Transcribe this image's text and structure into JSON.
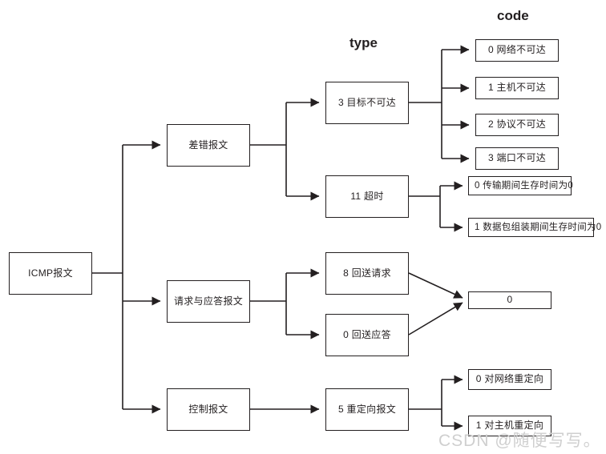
{
  "diagram": {
    "title_root": "ICMP报文",
    "headers": [
      {
        "id": "type",
        "label": "type"
      },
      {
        "id": "code",
        "label": "code"
      }
    ],
    "categories": [
      {
        "id": "error",
        "label": "差错报文"
      },
      {
        "id": "query",
        "label": "请求与应答报文"
      },
      {
        "id": "control",
        "label": "控制报文"
      }
    ],
    "types": [
      {
        "id": "dest-unreachable",
        "label": "3 目标不可达"
      },
      {
        "id": "time-exceeded",
        "label": "11 超时"
      },
      {
        "id": "echo-request",
        "label": "8 回送请求"
      },
      {
        "id": "echo-reply",
        "label": "0 回送应答"
      },
      {
        "id": "redirect",
        "label": "5 重定向报文"
      }
    ],
    "codes": [
      {
        "id": "net-unreachable",
        "label": "0 网络不可达"
      },
      {
        "id": "host-unreachable",
        "label": "1 主机不可达"
      },
      {
        "id": "protocol-unreachable",
        "label": "2 协议不可达"
      },
      {
        "id": "port-unreachable",
        "label": "3 端口不可达"
      },
      {
        "id": "ttl-transit-zero",
        "label": "0 传输期间生存时间为0"
      },
      {
        "id": "ttl-reassembly-zero",
        "label": "1 数据包组装期间生存时间为0"
      },
      {
        "id": "echo-code-zero",
        "label": "0"
      },
      {
        "id": "redirect-network",
        "label": "0 对网络重定向"
      },
      {
        "id": "redirect-host",
        "label": "1 对主机重定向"
      }
    ],
    "watermark": "CSDN @随便写写。",
    "colors": {
      "stroke": "#231f20",
      "background": "#ffffff",
      "watermark": "#cfcfcf"
    }
  }
}
